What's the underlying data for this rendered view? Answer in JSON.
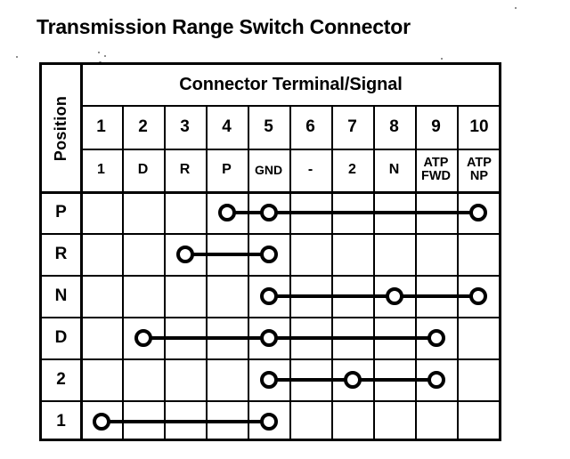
{
  "page_title": "Transmission Range Switch Connector",
  "table": {
    "position_header": "Position",
    "terminal_signal_header": "Connector Terminal/Signal",
    "terminal_numbers": [
      "1",
      "2",
      "3",
      "4",
      "5",
      "6",
      "7",
      "8",
      "9",
      "10"
    ],
    "terminal_signals": [
      "1",
      "D",
      "R",
      "P",
      "GND",
      "-",
      "2",
      "N",
      "ATP FWD",
      "ATP NP"
    ],
    "signal_lines": [
      [
        "1"
      ],
      [
        "D"
      ],
      [
        "R"
      ],
      [
        "P"
      ],
      [
        "GND"
      ],
      [
        "-"
      ],
      [
        "2"
      ],
      [
        "N"
      ],
      [
        "ATP",
        "FWD"
      ],
      [
        "ATP",
        "NP"
      ]
    ],
    "rows": [
      {
        "position": "P",
        "connected_terminals": [
          4,
          5,
          10
        ]
      },
      {
        "position": "R",
        "connected_terminals": [
          3,
          5
        ]
      },
      {
        "position": "N",
        "connected_terminals": [
          5,
          8,
          10
        ]
      },
      {
        "position": "D",
        "connected_terminals": [
          2,
          5,
          9
        ]
      },
      {
        "position": "2",
        "connected_terminals": [
          5,
          7,
          9
        ]
      },
      {
        "position": "1",
        "connected_terminals": [
          1,
          5
        ]
      }
    ]
  },
  "colors": {
    "ink": "#000000",
    "background": "#ffffff"
  }
}
